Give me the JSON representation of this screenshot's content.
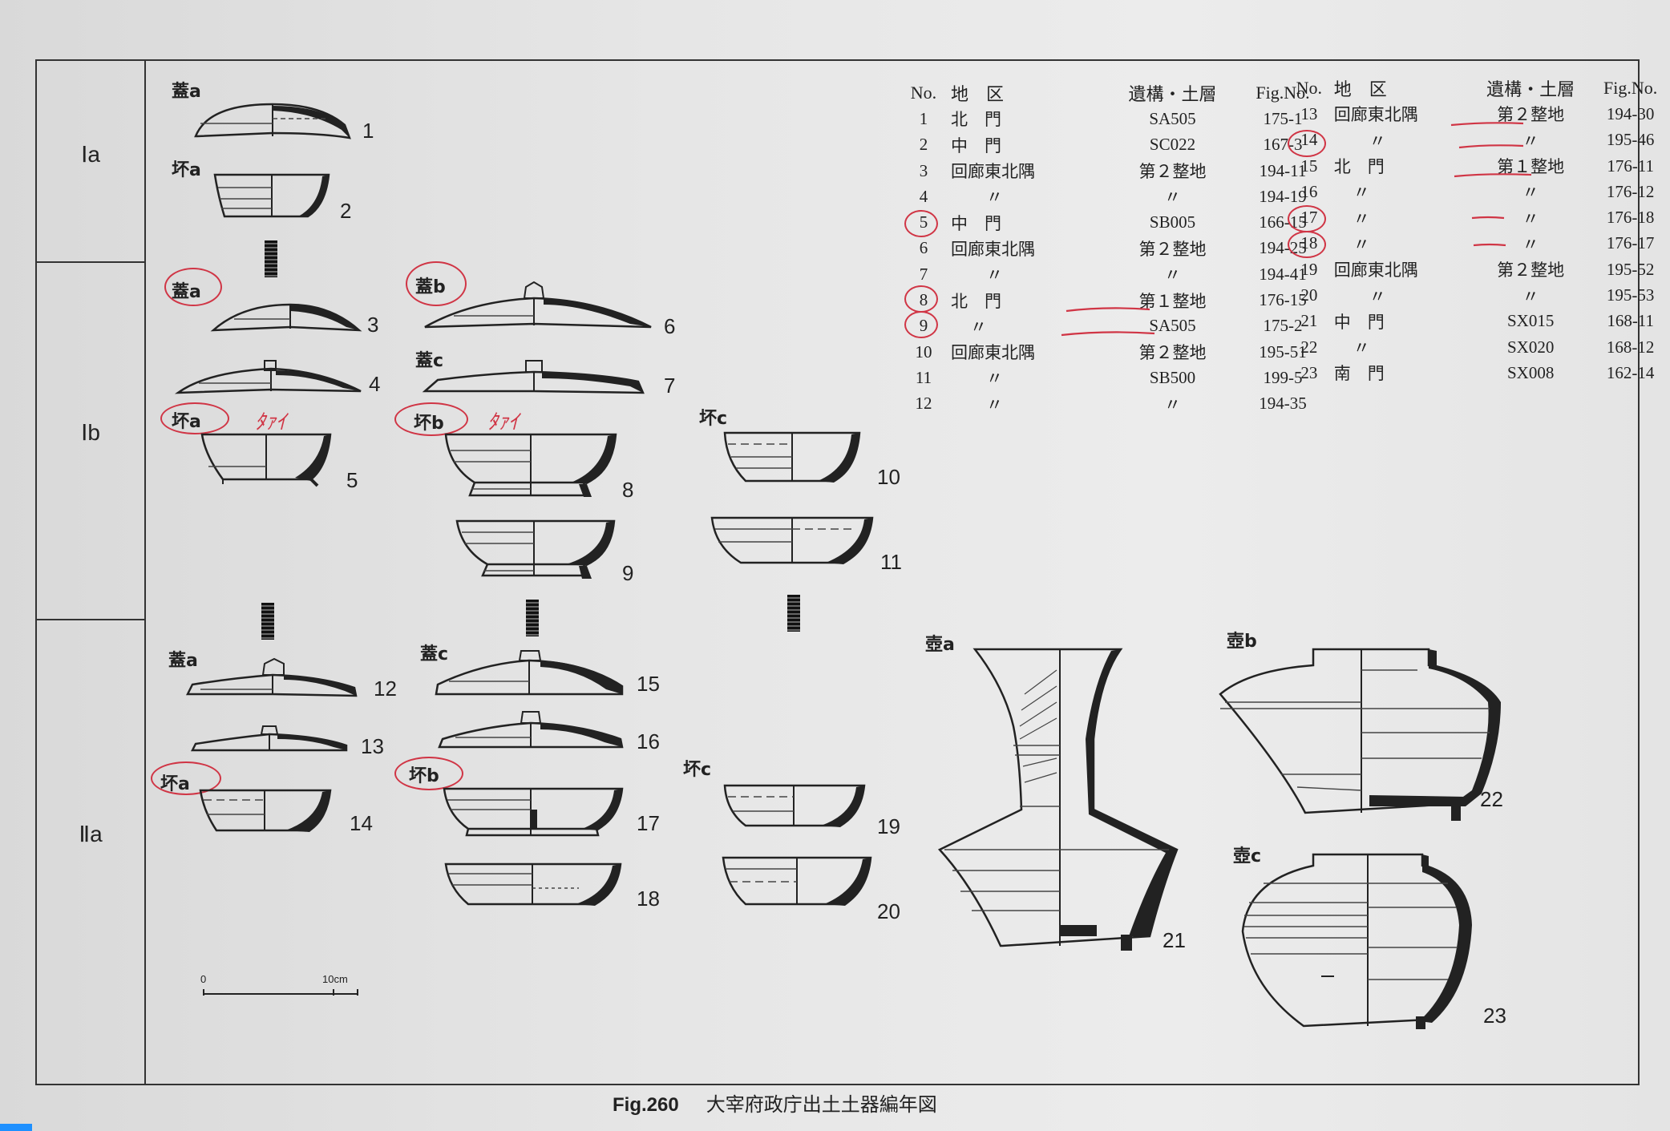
{
  "caption": {
    "figure_number": "Fig.260",
    "title": "大宰府政庁出土土器編年図"
  },
  "periods": [
    "Ⅰa",
    "Ⅰb",
    "Ⅱa"
  ],
  "vessel_types": {
    "futa_a": "蓋a",
    "futa_b": "蓋b",
    "futa_c": "蓋c",
    "tuki_a": "坏a",
    "tuki_b": "坏b",
    "tuki_c": "坏c",
    "tsubo_a": "壺a",
    "tsubo_b": "壺b",
    "tsubo_c": "壺c"
  },
  "vessel_numbers": [
    "1",
    "2",
    "3",
    "4",
    "5",
    "6",
    "7",
    "8",
    "9",
    "10",
    "11",
    "12",
    "13",
    "14",
    "15",
    "16",
    "17",
    "18",
    "19",
    "20",
    "21",
    "22",
    "23"
  ],
  "scale_bar": {
    "start": "0",
    "end": "10cm"
  },
  "table_headers": {
    "no": "No.",
    "area": "地　区",
    "feature": "遺構・土層",
    "fig": "Fig.No."
  },
  "list_left": [
    {
      "no": "1",
      "area": "北　門",
      "feature": "SA505",
      "fig": "175-1"
    },
    {
      "no": "2",
      "area": "中　門",
      "feature": "SC022",
      "fig": "167-3"
    },
    {
      "no": "3",
      "area": "回廊東北隅",
      "feature": "第２整地",
      "fig": "194-11"
    },
    {
      "no": "4",
      "area": "〃",
      "feature": "〃",
      "fig": "194-19"
    },
    {
      "no": "5",
      "area": "中　門",
      "feature": "SB005",
      "fig": "166-15"
    },
    {
      "no": "6",
      "area": "回廊東北隅",
      "feature": "第２整地",
      "fig": "194-25"
    },
    {
      "no": "7",
      "area": "〃",
      "feature": "〃",
      "fig": "194-41"
    },
    {
      "no": "8",
      "area": "北　門",
      "feature": "第１整地",
      "fig": "176-15"
    },
    {
      "no": "9",
      "area": "〃",
      "feature": "SA505",
      "fig": "175-2"
    },
    {
      "no": "10",
      "area": "回廊東北隅",
      "feature": "第２整地",
      "fig": "195-51"
    },
    {
      "no": "11",
      "area": "〃",
      "feature": "SB500",
      "fig": "199-5"
    },
    {
      "no": "12",
      "area": "〃",
      "feature": "〃",
      "fig": "194-35"
    }
  ],
  "list_right": [
    {
      "no": "13",
      "area": "回廊東北隅",
      "feature": "第２整地",
      "fig": "194-30"
    },
    {
      "no": "14",
      "area": "〃",
      "feature": "〃",
      "fig": "195-46"
    },
    {
      "no": "15",
      "area": "北　門",
      "feature": "第１整地",
      "fig": "176-11"
    },
    {
      "no": "16",
      "area": "〃",
      "feature": "〃",
      "fig": "176-12"
    },
    {
      "no": "17",
      "area": "〃",
      "feature": "〃",
      "fig": "176-18"
    },
    {
      "no": "18",
      "area": "〃",
      "feature": "〃",
      "fig": "176-17"
    },
    {
      "no": "19",
      "area": "回廊東北隅",
      "feature": "第２整地",
      "fig": "195-52"
    },
    {
      "no": "20",
      "area": "〃",
      "feature": "〃",
      "fig": "195-53"
    },
    {
      "no": "21",
      "area": "中　門",
      "feature": "SX015",
      "fig": "168-11"
    },
    {
      "no": "22",
      "area": "〃",
      "feature": "SX020",
      "fig": "168-12"
    },
    {
      "no": "23",
      "area": "南　門",
      "feature": "SX008",
      "fig": "162-14"
    }
  ],
  "handwritten_notes": {
    "note_a": "ﾀｧｲ",
    "note_b": "ﾀｧｲ"
  },
  "colors": {
    "annotation_red": "#d03545",
    "ink": "#222222",
    "paper": "#e6e6e6"
  }
}
